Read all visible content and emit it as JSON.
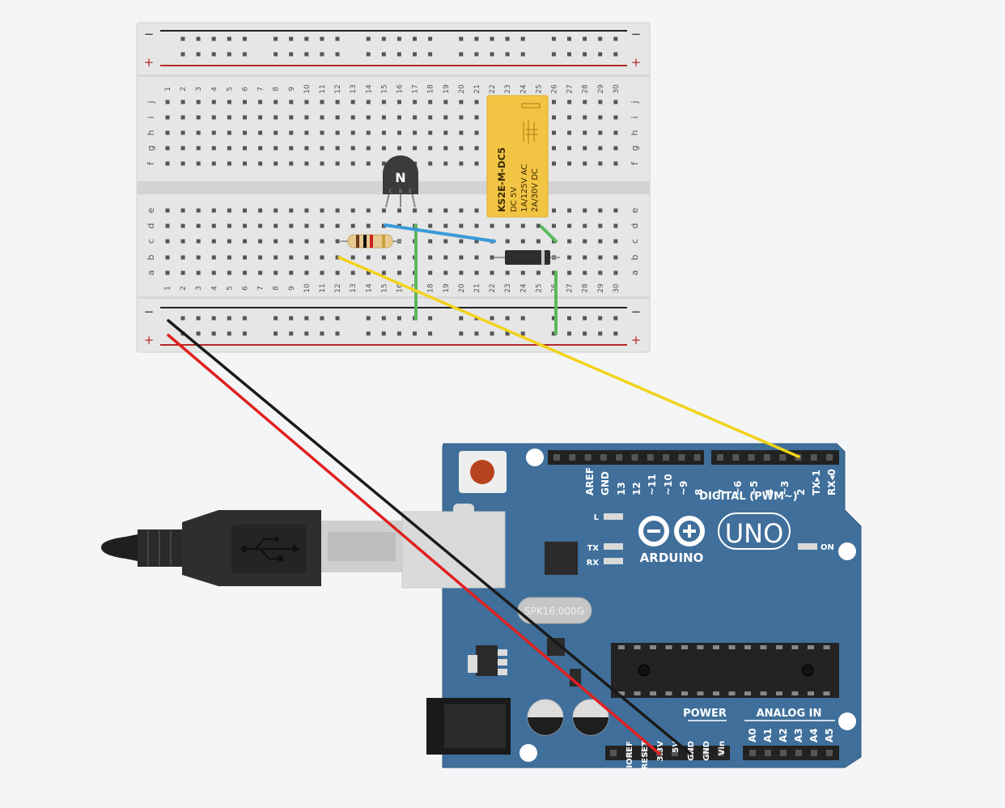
{
  "breadboard": {
    "columns": [
      "1",
      "2",
      "3",
      "4",
      "5",
      "6",
      "7",
      "8",
      "9",
      "10",
      "11",
      "12",
      "13",
      "14",
      "15",
      "16",
      "17",
      "18",
      "19",
      "20",
      "21",
      "22",
      "23",
      "24",
      "25",
      "26",
      "27",
      "28",
      "29",
      "30"
    ],
    "rows_top": [
      "j",
      "i",
      "h",
      "g",
      "f"
    ],
    "rows_bottom": [
      "e",
      "d",
      "c",
      "b",
      "a"
    ],
    "rail_minus": "−",
    "rail_plus": "+"
  },
  "transistor": {
    "label": "N",
    "pins": [
      "C",
      "B",
      "E"
    ]
  },
  "relay": {
    "model": "KS2E-M-DC5",
    "line1": "DC 5V",
    "line2": "1A/125V AC",
    "line3": "2A/30V DC"
  },
  "arduino": {
    "brand": "ARDUINO",
    "model": "UNO",
    "digital_header": "DIGITAL (PWM~)",
    "top_pins": [
      "AREF",
      "GND",
      "13",
      "12",
      "~11",
      "~10",
      "~9",
      "8",
      "7",
      "~6",
      "~5",
      "4",
      "~3",
      "2",
      "TX▸1",
      "RX◂0"
    ],
    "led_labels": [
      "L",
      "TX",
      "RX"
    ],
    "on_label": "ON",
    "crystal": "SPK16.000G",
    "power_header": "POWER",
    "analog_header": "ANALOG IN",
    "power_pins": [
      "IOREF",
      "RESET",
      "3.3V",
      "5V",
      "GND",
      "GND",
      "Vin"
    ],
    "analog_pins": [
      "A0",
      "A1",
      "A2",
      "A3",
      "A4",
      "A5"
    ]
  },
  "wire_colors": {
    "black": "#1a1a1a",
    "red": "#e02020",
    "yellow": "#f2d21a",
    "green": "#5cb85c",
    "blue": "#3a9ad9"
  },
  "board_color": "#3f6f9a"
}
